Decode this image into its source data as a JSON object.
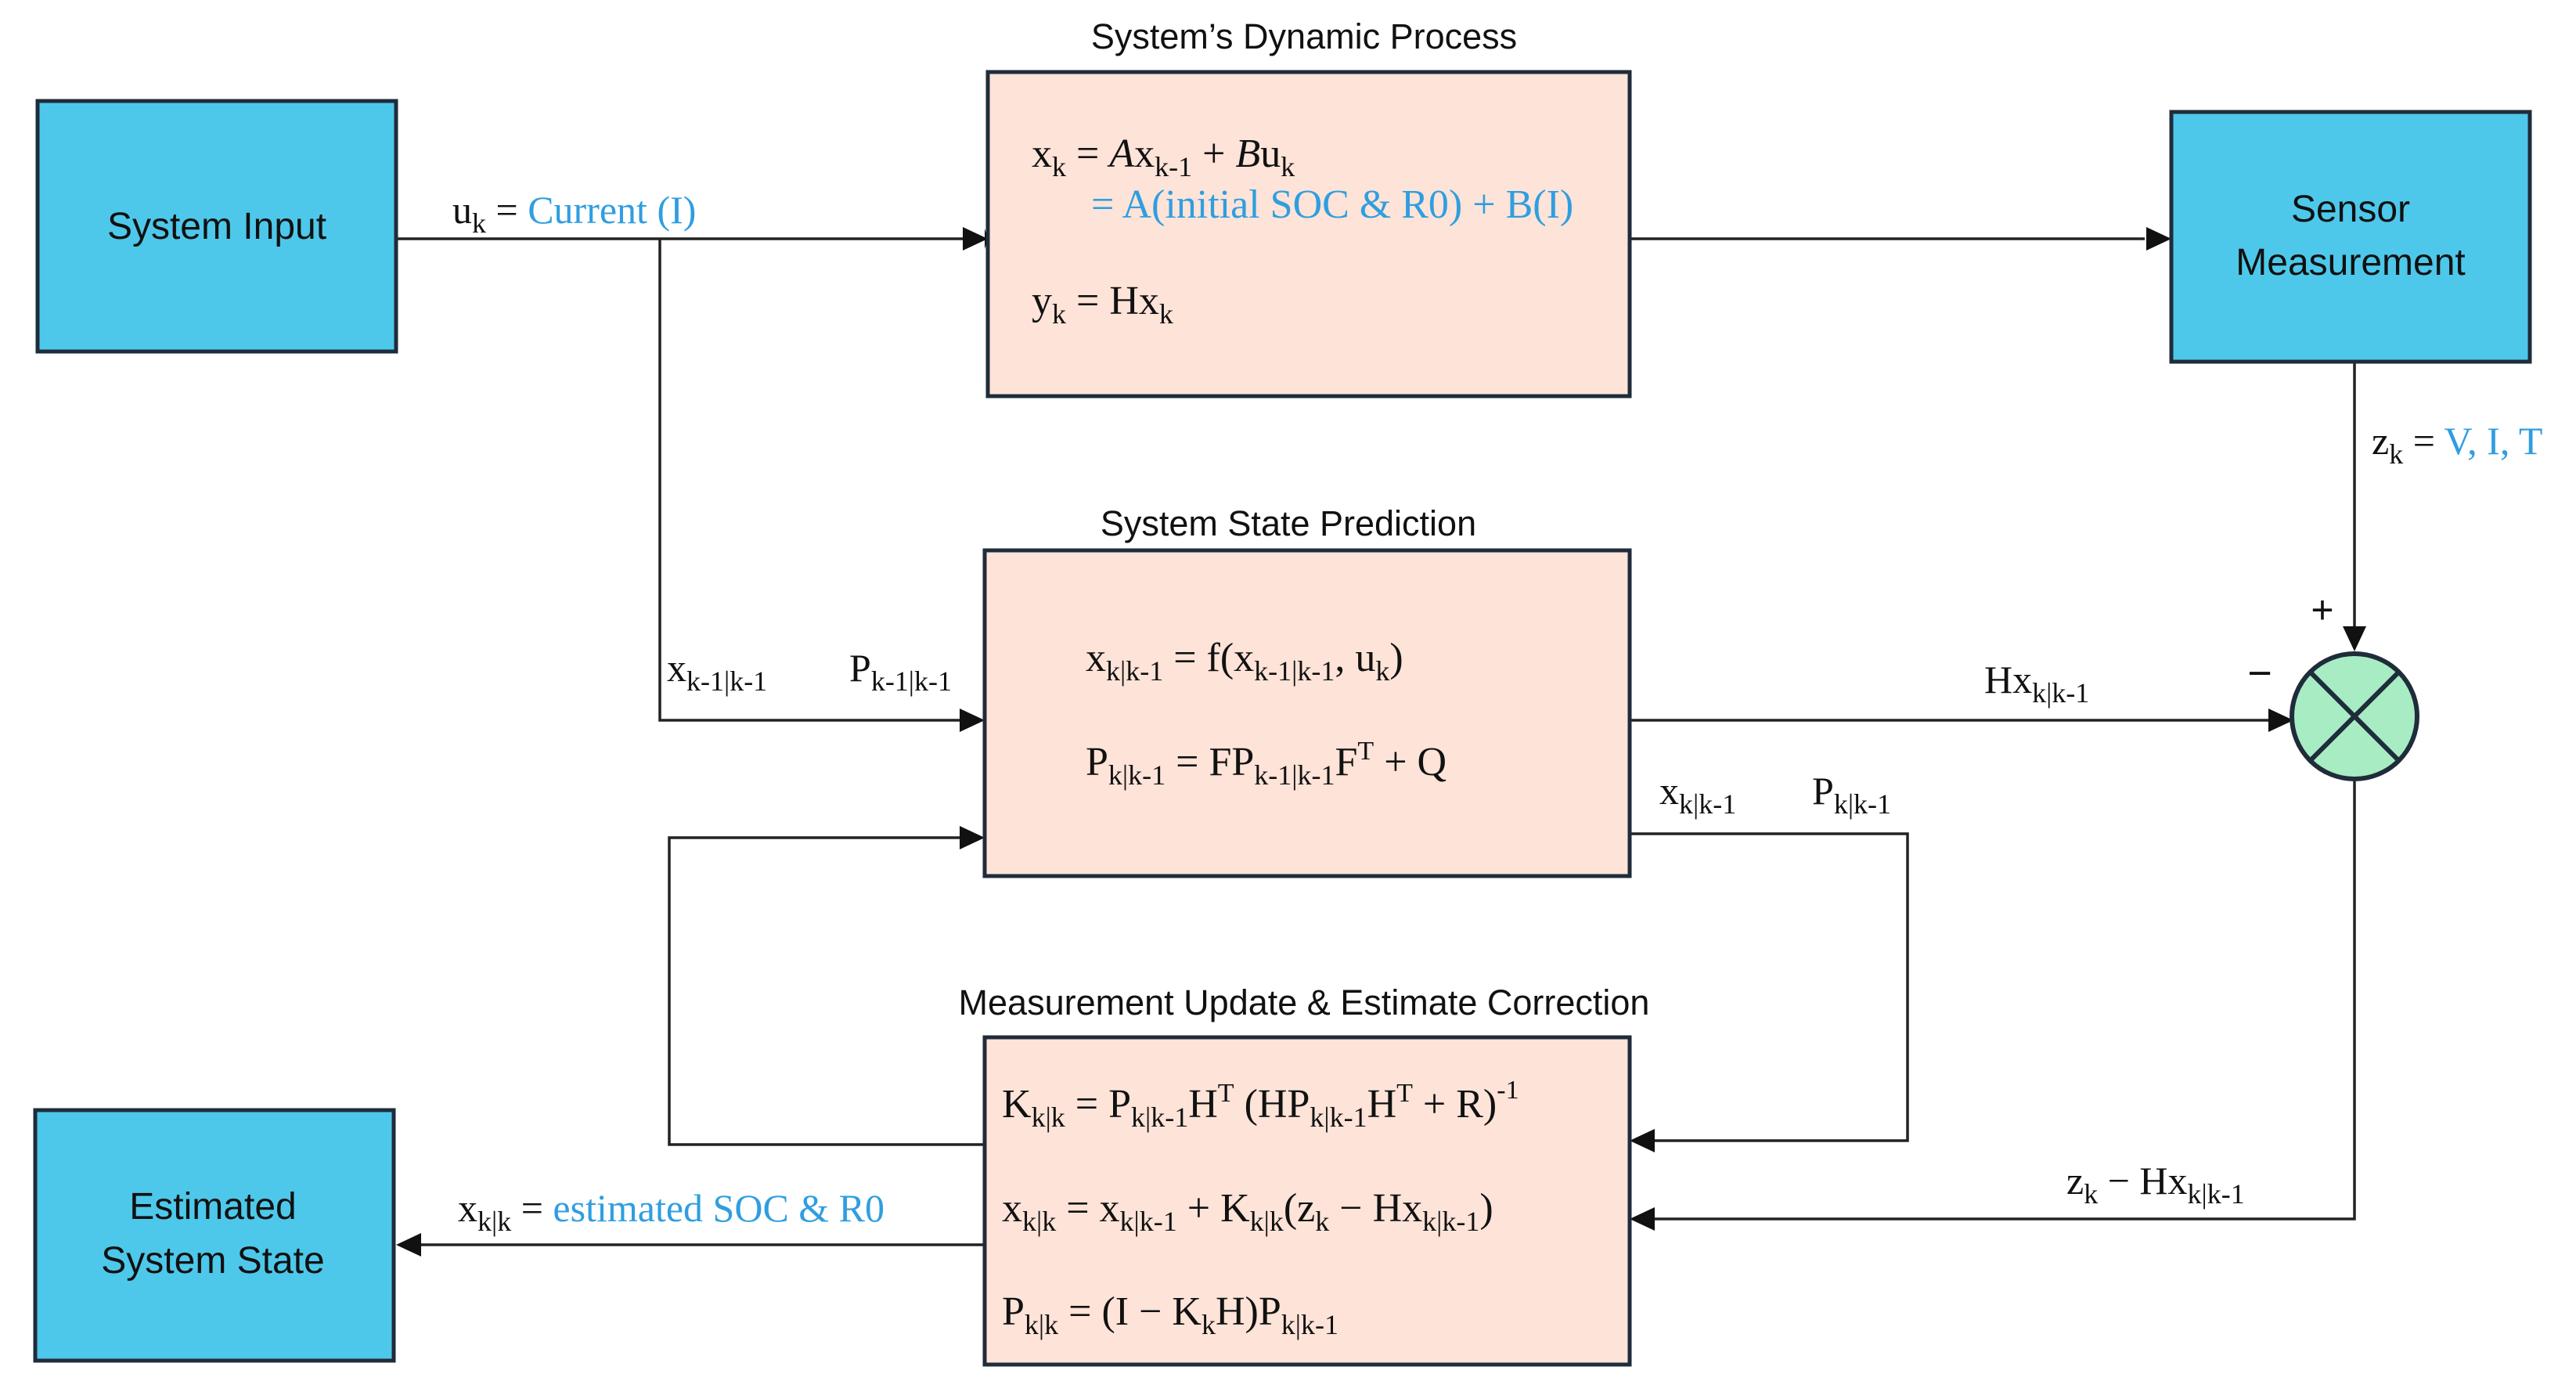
{
  "blocks": {
    "system_input": "System Input",
    "sensor_line1": "Sensor",
    "sensor_line2": "Measurement",
    "estimated_line1": "Estimated",
    "estimated_line2": "System State"
  },
  "titles": {
    "dynamic_process": "System’s Dynamic Process",
    "state_prediction": "System State Prediction",
    "measurement_update": "Measurement Update & Estimate Correction"
  },
  "text": {
    "input_value": "Current (I)",
    "process_eq2_rhs": "= A(initial SOC & R0) + B(I)",
    "measurement_values": "V, I, T",
    "estimated_value": "estimated SOC & R0"
  },
  "summing_junction": {
    "plus_sign": "+",
    "minus_sign": "−"
  },
  "colors": {
    "block_fill": "#4dc8ea",
    "process_fill": "#fde3d8",
    "junction_fill": "#a8ecc4",
    "highlight_text": "#2f9ee0"
  }
}
